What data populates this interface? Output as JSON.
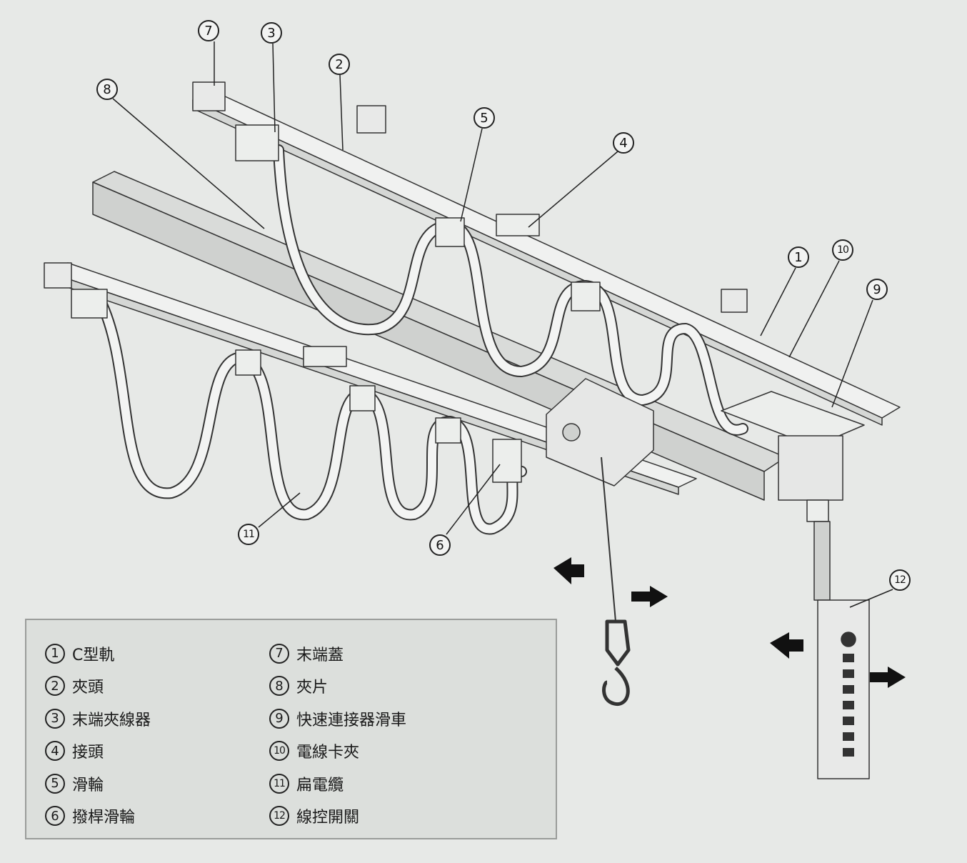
{
  "legend": {
    "items": [
      {
        "num": "1",
        "label": "C型軌"
      },
      {
        "num": "2",
        "label": "夾頭"
      },
      {
        "num": "3",
        "label": "末端夾線器"
      },
      {
        "num": "4",
        "label": "接頭"
      },
      {
        "num": "5",
        "label": "滑輪"
      },
      {
        "num": "6",
        "label": "撥桿滑輪"
      },
      {
        "num": "7",
        "label": "末端蓋"
      },
      {
        "num": "8",
        "label": "夾片"
      },
      {
        "num": "9",
        "label": "快速連接器滑車"
      },
      {
        "num": "10",
        "label": "電線卡夾"
      },
      {
        "num": "11",
        "label": "扁電纜"
      },
      {
        "num": "12",
        "label": "線控開關"
      }
    ]
  },
  "callouts": [
    "7",
    "3",
    "2",
    "8",
    "5",
    "4",
    "1",
    "10",
    "9",
    "11",
    "6",
    "12"
  ]
}
